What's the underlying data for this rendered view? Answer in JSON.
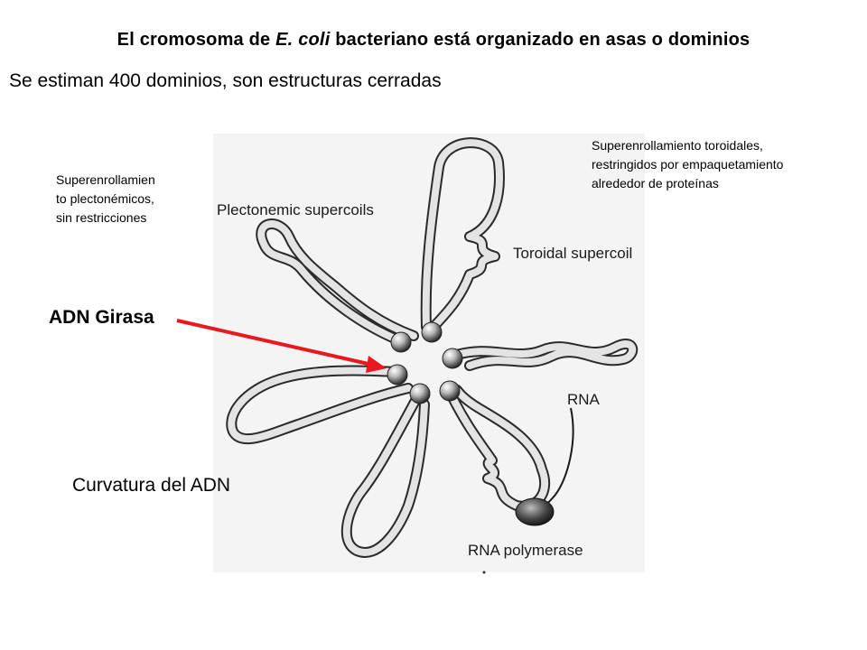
{
  "title_main": "El cromosoma de ",
  "title_italic": "E. coli",
  "title_end": " bacteriano está organizado en asas o dominios",
  "subtitle": "Se estiman 400 dominios, son estructuras cerradas",
  "notes": {
    "plectonemic": "Superenrollamien\nto plectonémicos,\nsin restricciones",
    "toroidal": "Superenrollamiento toroidales,\nrestringidos por empaquetamiento\nalrededor de proteínas"
  },
  "labels": {
    "girasa": "ADN Girasa",
    "curvatura": "Curvatura del ADN"
  },
  "figure": {
    "plectonemic": "Plectonemic supercoils",
    "toroidal": "Toroidal supercoil",
    "rna": "RNA",
    "rna_polymerase": "RNA polymerase"
  },
  "colors": {
    "arrow": "#e8181e",
    "dna_fill": "#d8d8d8",
    "dna_stroke": "#2a2a2a"
  }
}
